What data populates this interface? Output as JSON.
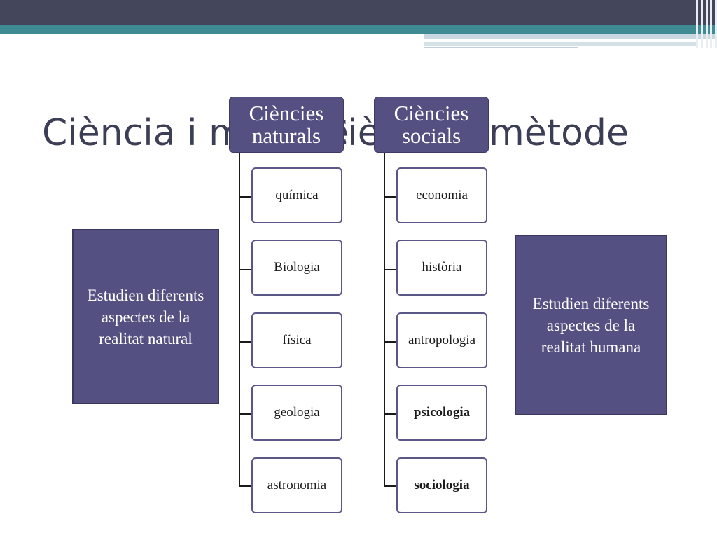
{
  "title": "Ciència i mètode",
  "columns": [
    {
      "header": "Ciències naturals",
      "items": [
        {
          "label": "química",
          "bold": false
        },
        {
          "label": "Biologia",
          "bold": false
        },
        {
          "label": "física",
          "bold": false
        },
        {
          "label": "geologia",
          "bold": false
        },
        {
          "label": "astronomia",
          "bold": false
        }
      ]
    },
    {
      "header": "Ciències socials",
      "items": [
        {
          "label": "economia",
          "bold": false
        },
        {
          "label": "història",
          "bold": false
        },
        {
          "label": "antropologia",
          "bold": false
        },
        {
          "label": "psicologia",
          "bold": true
        },
        {
          "label": "sociologia",
          "bold": true
        }
      ]
    }
  ],
  "side_notes": {
    "left": "Estudien diferents aspectes de la realitat natural",
    "right": "Estudien diferents aspectes de la realitat humana"
  },
  "colors": {
    "header_fill": "#555082",
    "item_border": "#5a5685",
    "title_text": "#3b3e55",
    "banner_dark": "#44465b",
    "banner_teal": "#3f8b93"
  }
}
